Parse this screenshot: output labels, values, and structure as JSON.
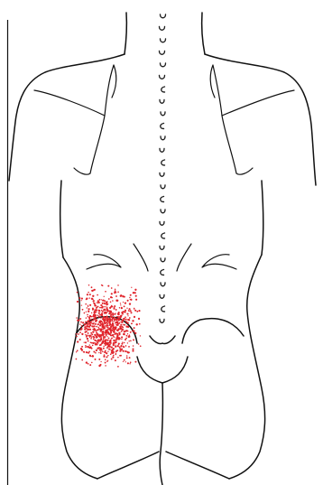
{
  "figure": {
    "subject": "posterior-torso",
    "view": "back",
    "pain_region": {
      "side": "left-buttock-upper",
      "color": "#e0242b",
      "dot_count": 900
    },
    "colors": {
      "outline": "#111111",
      "background": "#ffffff"
    }
  }
}
